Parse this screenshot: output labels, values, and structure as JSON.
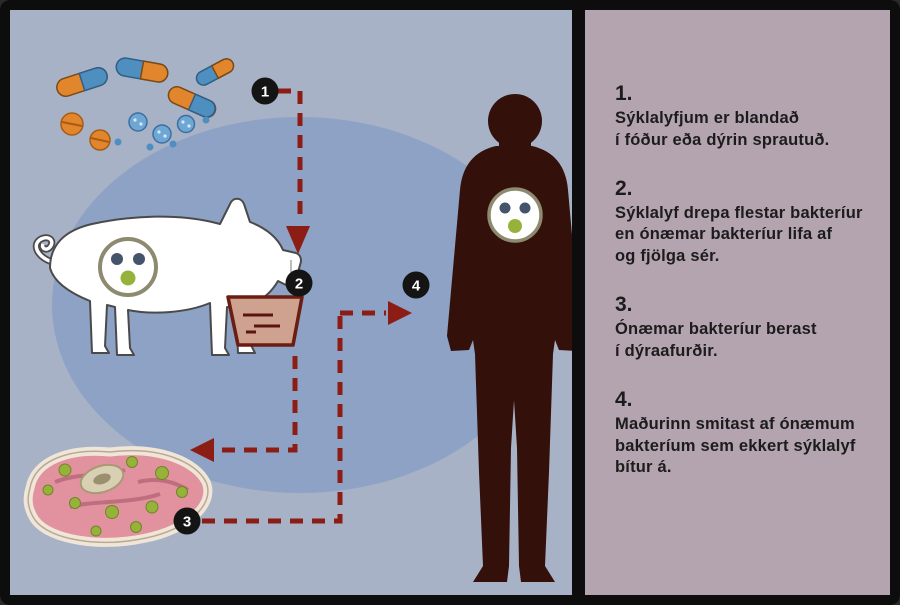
{
  "legend": {
    "steps": [
      {
        "num": "1.",
        "text": "Sýklalyfjum er blandað\ní fóður eða dýrin sprautuð."
      },
      {
        "num": "2.",
        "text": "Sýklalyf drepa flestar bakteríur\nen ónæmar bakteríur lifa af\nog fjölga sér."
      },
      {
        "num": "3.",
        "text": "Ónæmar bakteríur berast\ní dýraafurðir."
      },
      {
        "num": "4.",
        "text": "Maðurinn smitast af ónæmum\nbakteríum sem ekkert sýklalyf\nbítur á."
      }
    ]
  },
  "diagram": {
    "badges": [
      "1",
      "2",
      "3",
      "4"
    ]
  },
  "colors": {
    "frame": "#0d0d0d",
    "left_bg": "#a7b2c7",
    "ellipse": "#8da2c4",
    "right_bg": "#b4a4af",
    "arrow_red": "#8b1d15",
    "human": "#33100a",
    "pig_outline": "#4a4a4a",
    "pig_fill": "#ffffff",
    "bacteria_ring": "#8d8a70",
    "bacteria_dot": "#44546a",
    "bacteria_green": "#97b23a",
    "meat": "#e2929f",
    "meat_fat": "#f0e6d8",
    "meat_marbling": "#b9677a",
    "bone": "#d9d0b4",
    "trough_fill": "#cfa28f",
    "trough_border": "#6b1d12",
    "capsule_orange": "#e2862d",
    "capsule_blue": "#4e8fc0",
    "badge_bg": "#141414",
    "text": "#1c1c1c"
  }
}
